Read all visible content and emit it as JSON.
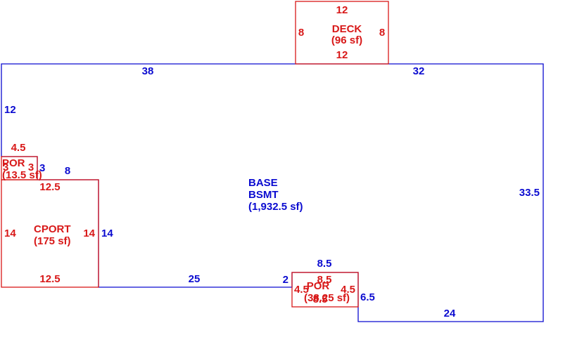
{
  "colors": {
    "base": "#0b0bd0",
    "addition": "#d81818"
  },
  "base": {
    "title": "BASE",
    "subtitle": "BSMT",
    "area": "(1,932.5 sf)",
    "dimensions": {
      "top_left": "38",
      "top_right": "32",
      "left": "12",
      "right": "33.5",
      "step_top": "3",
      "step_width": "8",
      "carport_side": "14",
      "bottom_left": "25",
      "bottom_notch": "2",
      "porch_top": "8.5",
      "porch_side": "6.5",
      "bottom_right": "24"
    }
  },
  "deck": {
    "title": "DECK",
    "area": "(96 sf)",
    "top": "12",
    "bottom": "12",
    "left": "8",
    "right": "8"
  },
  "small_porch": {
    "title": "POR",
    "area": "(13.5 sf)",
    "top": "4.5",
    "left": "3",
    "right": "3"
  },
  "carport": {
    "title": "CPORT",
    "area": "(175 sf)",
    "top": "12.5",
    "bottom": "12.5",
    "left": "14",
    "right": "14"
  },
  "porch": {
    "title": "POR",
    "area": "(38.25 sf)",
    "top": "8.5",
    "bottom": "8.5",
    "left": "4.5",
    "right": "4.5"
  }
}
